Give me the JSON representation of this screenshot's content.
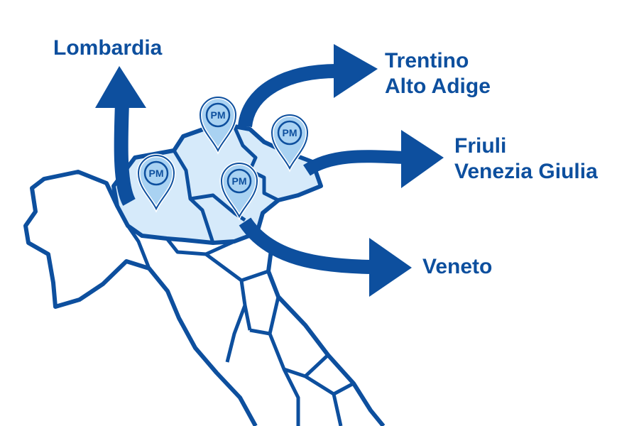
{
  "colors": {
    "primary": "#0d4f9e",
    "highlight": "#d6eafa",
    "pin_fill": "#a9d2f2"
  },
  "labels": {
    "lombardia": "Lombardia",
    "trentino_line1": "Trentino",
    "trentino_line2": "Alto Adige",
    "friuli_line1": "Friuli",
    "friuli_line2": "Venezia Giulia",
    "veneto": "Veneto"
  },
  "pins": [
    {
      "region": "Lombardia",
      "text": "PM"
    },
    {
      "region": "Trentino Alto Adige",
      "text": "PM"
    },
    {
      "region": "Friuli Venezia Giulia",
      "text": "PM"
    },
    {
      "region": "Veneto",
      "text": "PM"
    }
  ]
}
